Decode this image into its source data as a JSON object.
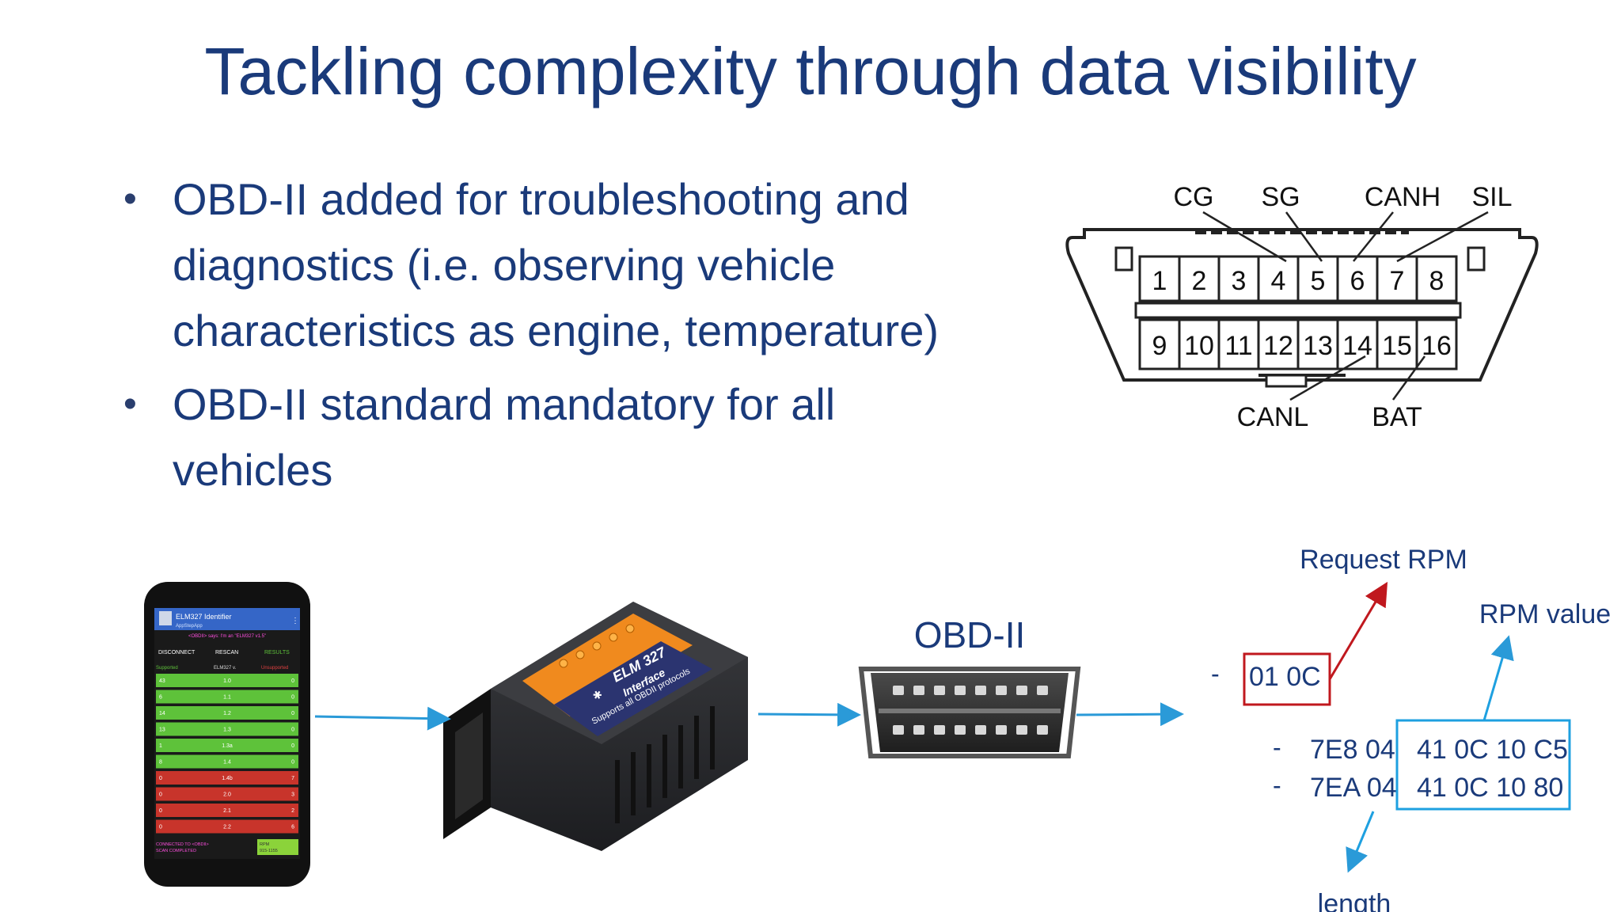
{
  "slide": {
    "title": "Tackling complexity through data visibility",
    "bullets": [
      "OBD-II added for troubleshooting and diagnostics (i.e. observing vehicle characteristics as engine, temperature)",
      "OBD-II standard mandatory for all vehicles"
    ]
  },
  "connector": {
    "top_labels": [
      "CG",
      "SG",
      "CANH",
      "SIL"
    ],
    "bottom_labels": [
      "CANL",
      "BAT"
    ],
    "pins_top": [
      "1",
      "2",
      "3",
      "4",
      "5",
      "6",
      "7",
      "8"
    ],
    "pins_bottom": [
      "9",
      "10",
      "11",
      "12",
      "13",
      "14",
      "15",
      "16"
    ]
  },
  "phone": {
    "app_title": "ELM327 Identifier",
    "app_sub": "AppStepApp",
    "status": "<OBDII> says: I'm an \"ELM327 v1.5\"",
    "buttons": [
      "DISCONNECT",
      "RESCAN",
      "RESULTS"
    ],
    "header": [
      "Supported",
      "ELM327 v.",
      "Unsupported"
    ],
    "rows": [
      {
        "a": "43",
        "v": "1.0",
        "b": "0",
        "color": "#5ec23a"
      },
      {
        "a": "6",
        "v": "1.1",
        "b": "0",
        "color": "#5ec23a"
      },
      {
        "a": "14",
        "v": "1.2",
        "b": "0",
        "color": "#5ec23a"
      },
      {
        "a": "13",
        "v": "1.3",
        "b": "0",
        "color": "#5ec23a"
      },
      {
        "a": "1",
        "v": "1.3a",
        "b": "0",
        "color": "#5ec23a"
      },
      {
        "a": "8",
        "v": "1.4",
        "b": "0",
        "color": "#5ec23a"
      },
      {
        "a": "0",
        "v": "1.4b",
        "b": "7",
        "color": "#c8342b"
      },
      {
        "a": "0",
        "v": "2.0",
        "b": "3",
        "color": "#c8342b"
      },
      {
        "a": "0",
        "v": "2.1",
        "b": "2",
        "color": "#c8342b"
      },
      {
        "a": "0",
        "v": "2.2",
        "b": "6",
        "color": "#c8342b"
      }
    ],
    "footer_left": "CONNECTED TO <OBDII>\nSCAN COMPLETED",
    "footer_right": "RPM\n915-1155"
  },
  "adapter": {
    "brand": "ELM 327",
    "line2": "Interface",
    "line3": "Supports all OBDII protocols"
  },
  "obd_label": "OBD-II",
  "can": {
    "request_label": "Request RPM",
    "rpm_label": "RPM value",
    "length_label": "length",
    "dash": "-",
    "request": "01 0C",
    "resp1_prefix": "7E8 04",
    "resp1_value": "41 0C 10 C5",
    "resp2_prefix": "7EA 04",
    "resp2_value": "41 0C 10 80"
  },
  "colors": {
    "title": "#1a3a7a",
    "arrow_blue": "#2a9ad8",
    "box_red": "#c0181e",
    "box_cyan": "#1ea0e0"
  }
}
